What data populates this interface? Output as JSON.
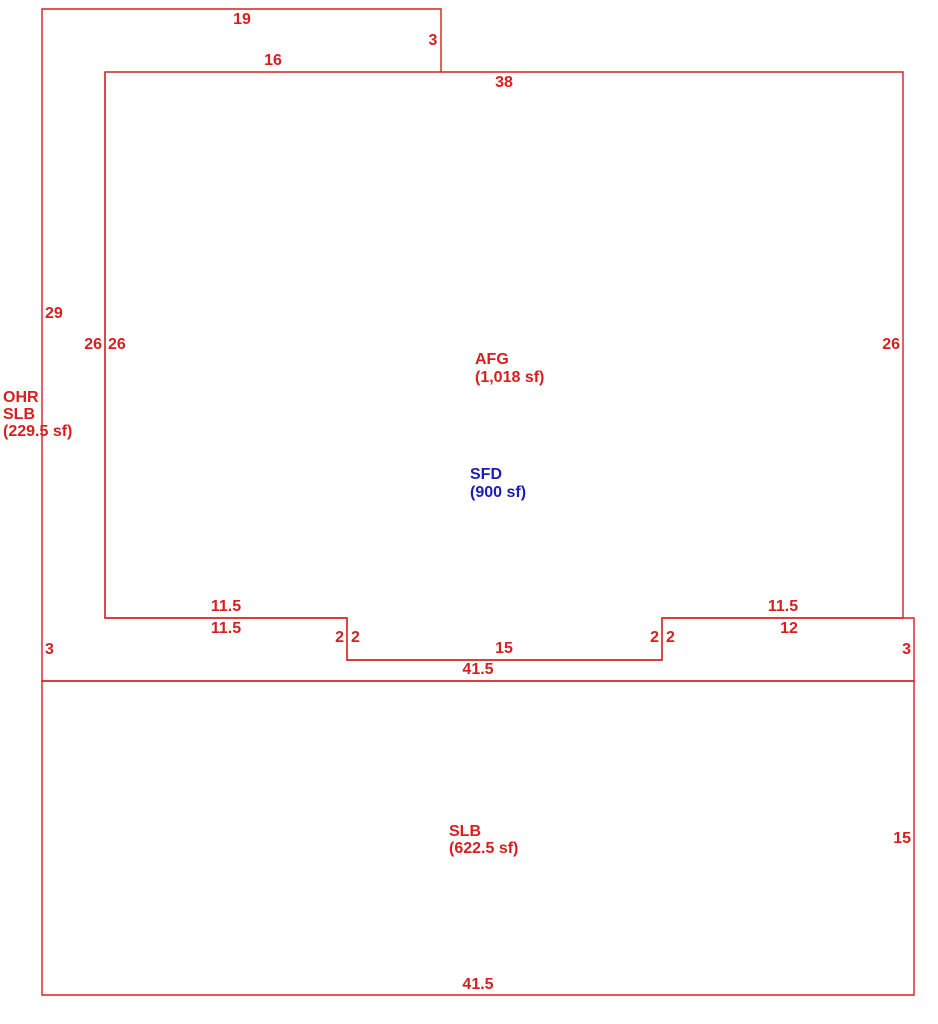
{
  "colors": {
    "line": "#d62020",
    "label": "#d62020",
    "living_area_label": "#1c1cb8",
    "background": "#ffffff"
  },
  "areas": {
    "ohr_slb": {
      "line1": "OHR",
      "line2": "SLB",
      "sf": "(229.5 sf)"
    },
    "afg": {
      "line1": "AFG",
      "sf": "(1,018 sf)"
    },
    "sfd": {
      "line1": "SFD",
      "sf": "(900 sf)"
    },
    "slb": {
      "line1": "SLB",
      "sf": "(622.5 sf)"
    }
  },
  "dimensions": {
    "ohr_top": "19",
    "ohr_top_right": "3",
    "ohr_inner_top": "16",
    "ohr_left": "29",
    "ohr_inner_left": "26",
    "ohr_bottom_left": "3",
    "ohr_bottom_left_step": "11.5",
    "ohr_step_left": "2",
    "ohr_bottom": "41.5",
    "ohr_step_right": "2",
    "ohr_bottom_right_step": "12",
    "ohr_right": "3",
    "afg_top": "38",
    "afg_left": "26",
    "afg_right": "26",
    "afg_bottom_left": "11.5",
    "afg_step_left": "2",
    "afg_bottom_middle": "15",
    "afg_step_right": "2",
    "afg_bottom_right": "11.5",
    "slb_right": "15",
    "slb_bottom": "41.5"
  }
}
